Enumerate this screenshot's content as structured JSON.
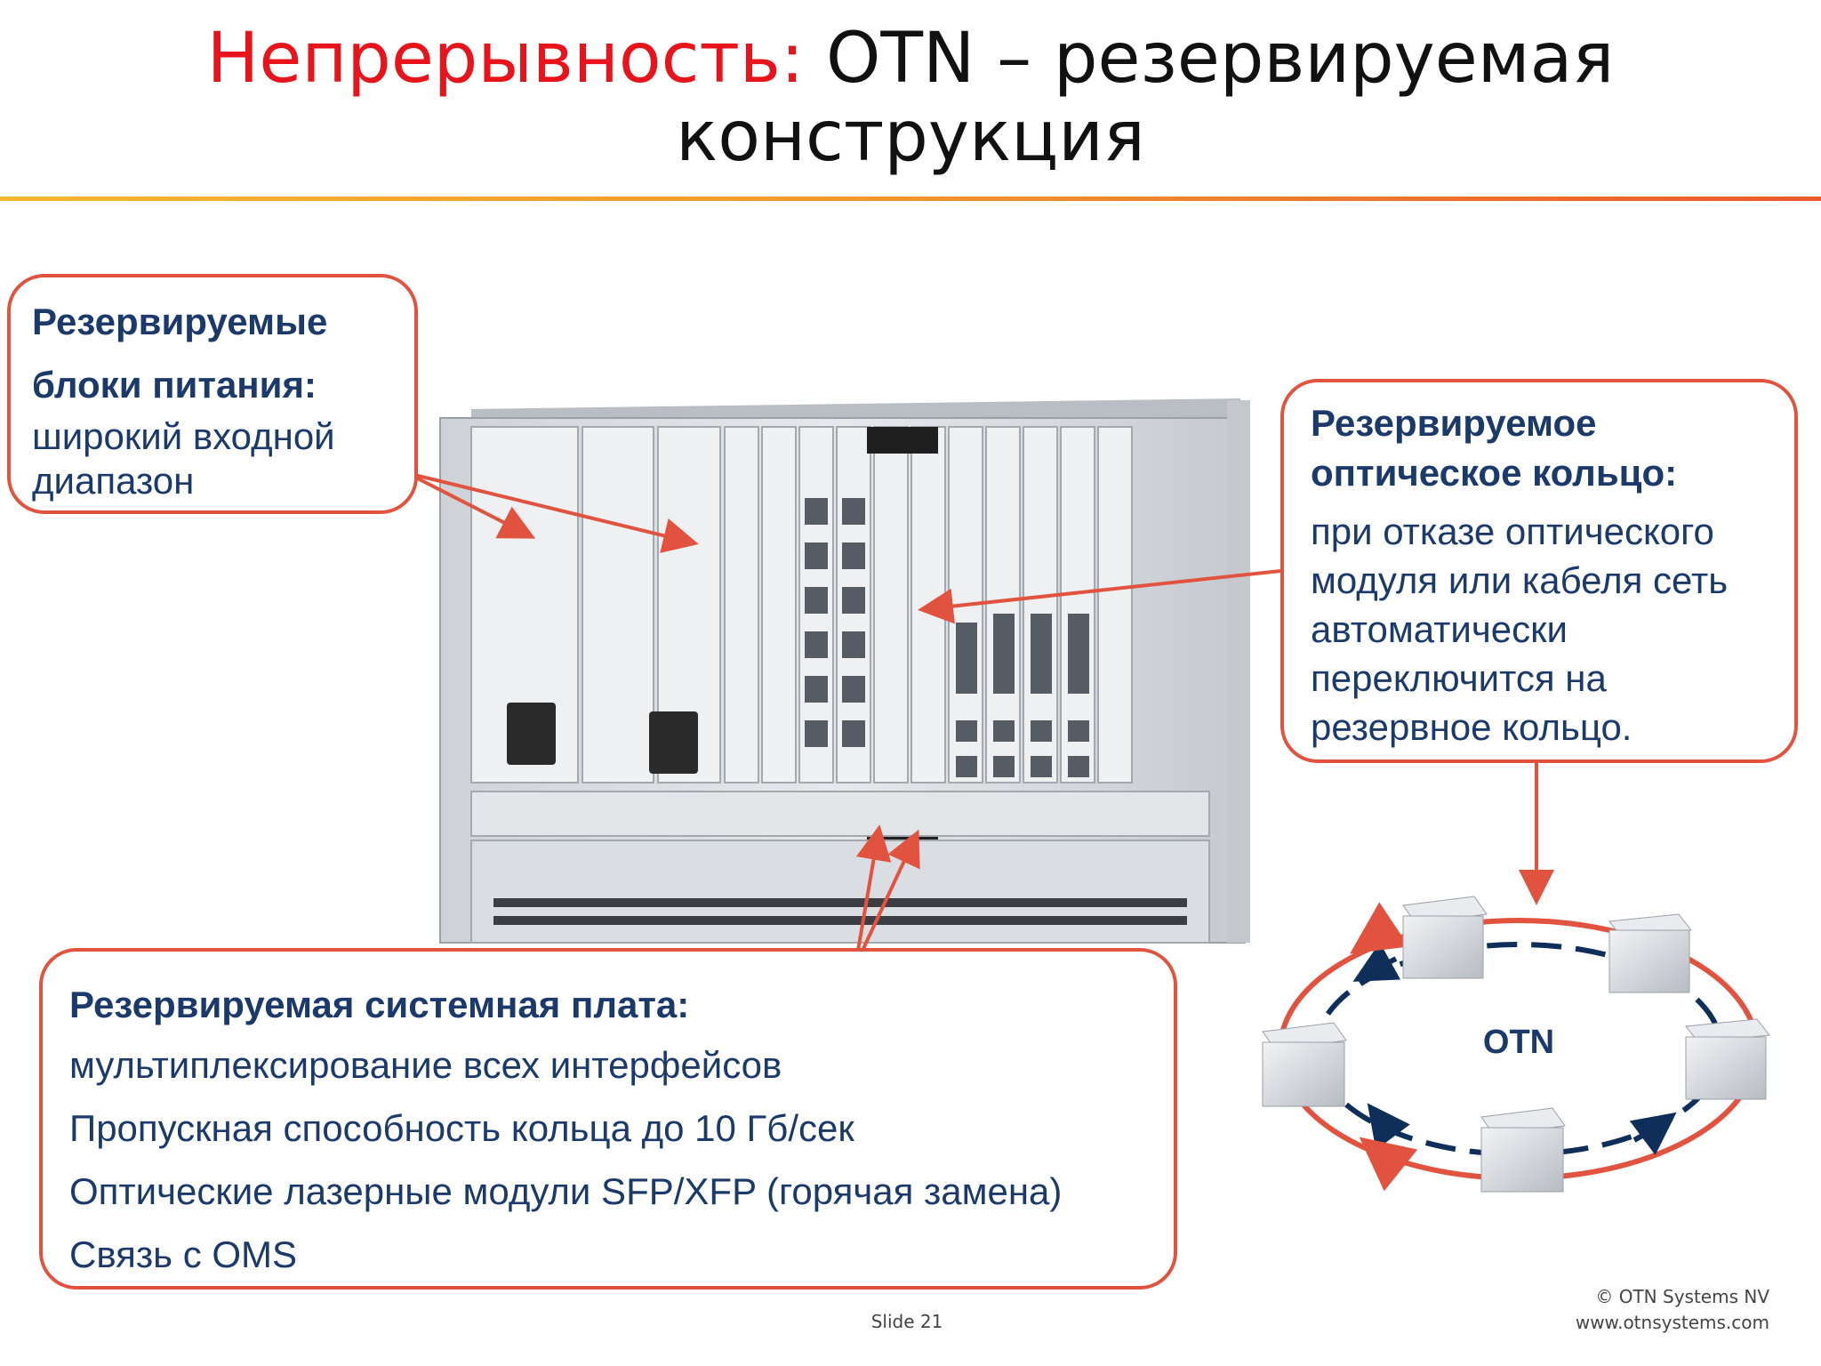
{
  "title": {
    "highlight": "Непрерывность:",
    "rest_line1": " OTN – резервируемая",
    "line2": "конструкция"
  },
  "callouts": {
    "power": {
      "head_line1": "Резервируемые",
      "head_line2": "блоки питания:",
      "body_line1": "широкий входной",
      "body_line2": "диапазон"
    },
    "ring": {
      "head_line1": "Резервируемое",
      "head_line2": "оптическое кольцо:",
      "body_lines": [
        "при отказе оптического",
        "модуля или кабеля сеть",
        "автоматически",
        "переключится на",
        "резервное кольцо."
      ]
    },
    "board": {
      "head": "Резервируемая системная плата:",
      "lines": [
        "мультиплексирование всех интерфейсов",
        "Пропускная способность кольца до 10 Гб/сек",
        "Оптические лазерные модули SFP/XFP (горячая замена)",
        "Связь с OMS"
      ]
    }
  },
  "diagram": {
    "ring_label": "OTN"
  },
  "colors": {
    "title_accent": "#e8141c",
    "callout_border": "#e2533f",
    "text_blue": "#1b3a6b",
    "ring_dash": "#0f2f5a"
  },
  "footer": {
    "slide": "Slide 21",
    "copyright": "© OTN Systems NV",
    "website": "www.otnsystems.com"
  }
}
